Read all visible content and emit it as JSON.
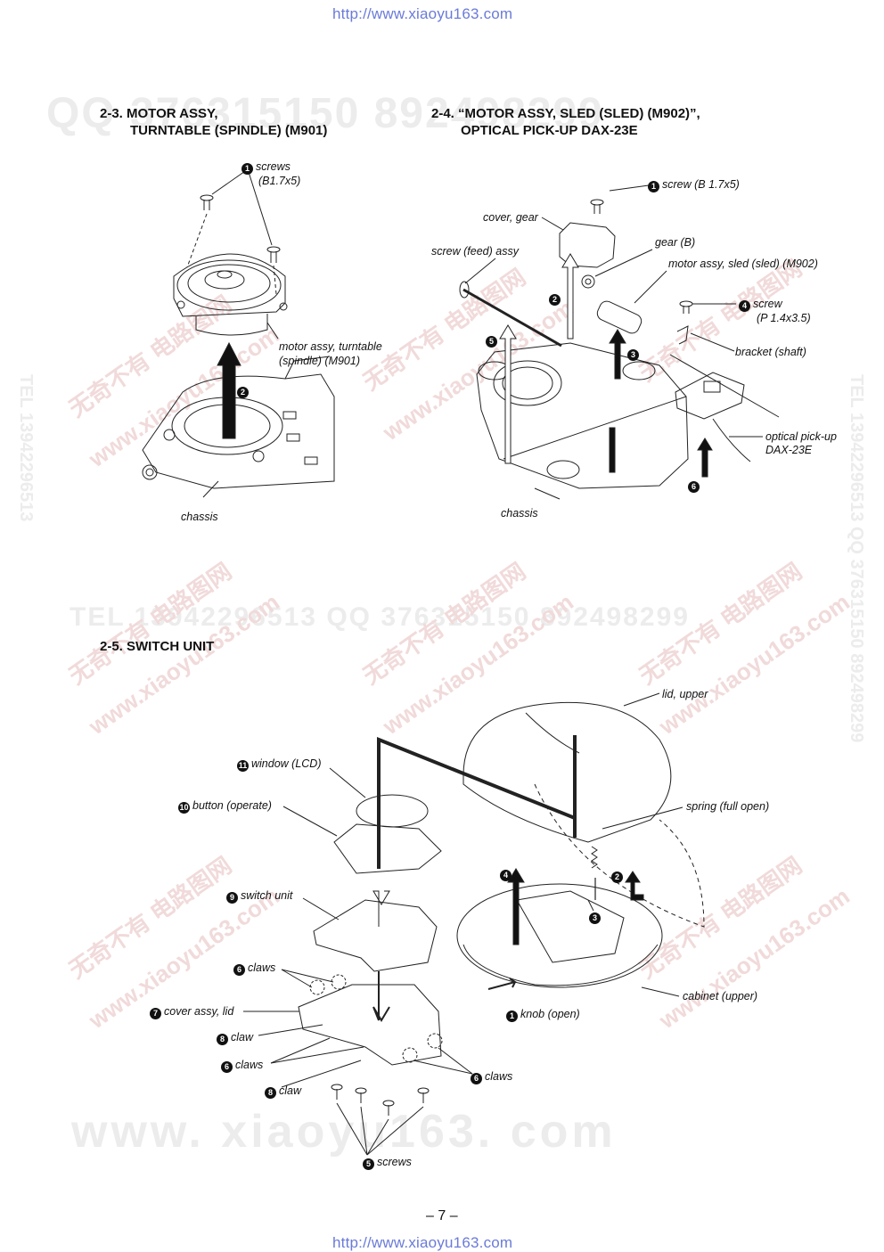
{
  "header_url": "http://www.xiaoyu163.com",
  "footer_url": "http://www.xiaoyu163.com",
  "page_number": "– 7 –",
  "watermarks": {
    "top": "QQ 376315150 892498299",
    "mid": "TEL 13942296513 QQ 376315150 892498299",
    "bottom": "www. xiaoyu163. com",
    "side_left": "TEL 13942296513",
    "side_right": "TEL 13942296513 QQ 376315150 892498299",
    "diag_a": "无奇不有 电路图网",
    "diag_b": "www.xiaoyu163.com"
  },
  "section_23": {
    "title_line1": "2-3. MOTOR ASSY,",
    "title_line2": "TURNTABLE (SPINDLE) (M901)",
    "labels": {
      "screws_num": "1",
      "screws": "screws",
      "screws_size": "(B1.7x5)",
      "motor_line1": "motor assy, turntable",
      "motor_line2": "(spindle) (M901)",
      "step2": "2",
      "chassis": "chassis"
    }
  },
  "section_24": {
    "title_line1": "2-4. “MOTOR ASSY, SLED (SLED) (M902)”,",
    "title_line2": "OPTICAL PICK-UP DAX-23E",
    "labels": {
      "screw_num": "1",
      "screw": "screw (B 1.7x5)",
      "cover_gear": "cover, gear",
      "screw_feed": "screw (feed) assy",
      "gear_b": "gear (B)",
      "motor_sled": "motor assy, sled (sled) (M902)",
      "screw4_num": "4",
      "screw4": "screw",
      "screw4_size": "(P 1.4x3.5)",
      "bracket": "bracket (shaft)",
      "step2": "2",
      "step3": "3",
      "step5": "5",
      "step6": "6",
      "optical_line1": "optical pick-up",
      "optical_line2": "DAX-23E",
      "chassis": "chassis"
    }
  },
  "section_25": {
    "title": "2-5. SWITCH UNIT",
    "labels": {
      "lid_upper": "lid, upper",
      "window_num": "11",
      "window": "window (LCD)",
      "button_num": "10",
      "button": "button (operate)",
      "spring": "spring (full open)",
      "switch_num": "9",
      "switch": "switch unit",
      "step4": "4",
      "step2": "2",
      "step3": "3",
      "claws6a_num": "6",
      "claws6a": "claws",
      "cover_num": "7",
      "cover": "cover assy, lid",
      "claw8a_num": "8",
      "claw8a": "claw",
      "claws6b_num": "6",
      "claws6b": "claws",
      "claw8b_num": "8",
      "claw8b": "claw",
      "claws6c_num": "6",
      "claws6c": "claws",
      "cabinet": "cabinet (upper)",
      "knob_num": "1",
      "knob": "knob (open)",
      "screws_num": "5",
      "screws": "screws"
    }
  }
}
